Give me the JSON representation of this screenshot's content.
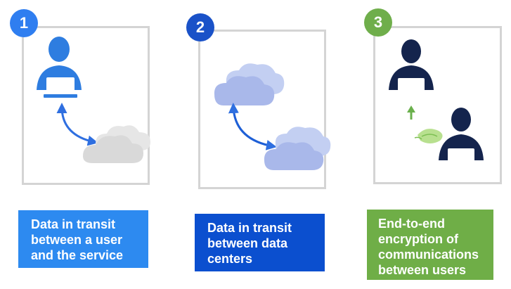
{
  "steps": [
    {
      "number": "1",
      "badge_color": "#2f7ef0",
      "caption_lines": [
        "Data in transit",
        "between a user",
        "and the service"
      ],
      "caption_color": "#2d8af0"
    },
    {
      "number": "2",
      "badge_color": "#1a52c8",
      "caption_lines": [
        "Data in transit",
        "between data",
        "centers"
      ],
      "caption_color": "#0b4fcf"
    },
    {
      "number": "3",
      "badge_color": "#6fae4b",
      "caption_lines": [
        "End-to-end",
        "encryption of",
        "communications",
        "between users"
      ],
      "caption_color": "#6fae47"
    }
  ],
  "colors": {
    "frame_border": "#d4d4d4",
    "user_blue": "#2e7de0",
    "user_navy": "#14244d",
    "cloud_gray": "#d9d9d9",
    "cloud_lavender": "#a9b8ea",
    "arrow_blue": "#2f6fe0",
    "arrow_green": "#6ab04c",
    "envelope_green": "#b8e08f"
  },
  "icons": [
    "user-icon",
    "laptop-icon",
    "cloud-icon",
    "double-arrow-icon",
    "up-arrow-icon",
    "envelope-icon"
  ]
}
